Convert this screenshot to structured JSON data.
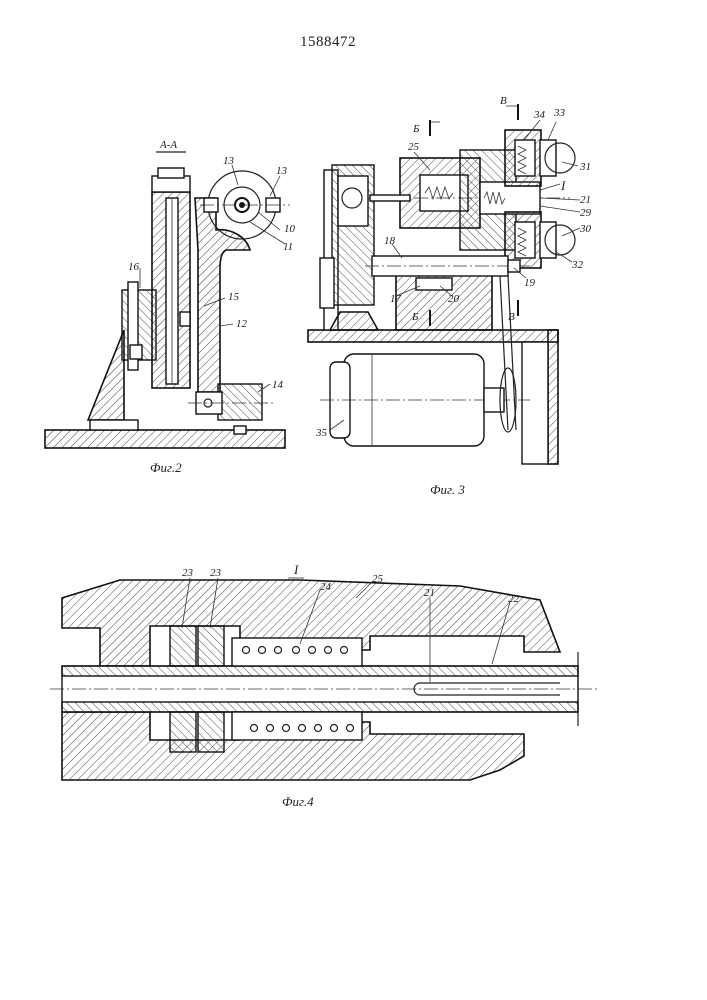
{
  "document": {
    "patent_number": "1588472"
  },
  "figure_2": {
    "caption": "Фиг.2",
    "section_label": "А-А",
    "part_labels": [
      "13",
      "13",
      "10",
      "11",
      "16",
      "15",
      "12",
      "14"
    ]
  },
  "figure_3": {
    "caption": "Фиг. 3",
    "section_marks": [
      "Б",
      "В",
      "Б",
      "В"
    ],
    "detail_label": "I",
    "part_labels": [
      "25",
      "34",
      "33",
      "31",
      "21",
      "29",
      "30",
      "32",
      "18",
      "19",
      "17",
      "20",
      "35"
    ]
  },
  "figure_4": {
    "caption": "Фиг.4",
    "detail_label": "I",
    "part_labels": [
      "23",
      "23",
      "24",
      "25",
      "21",
      "22"
    ]
  }
}
